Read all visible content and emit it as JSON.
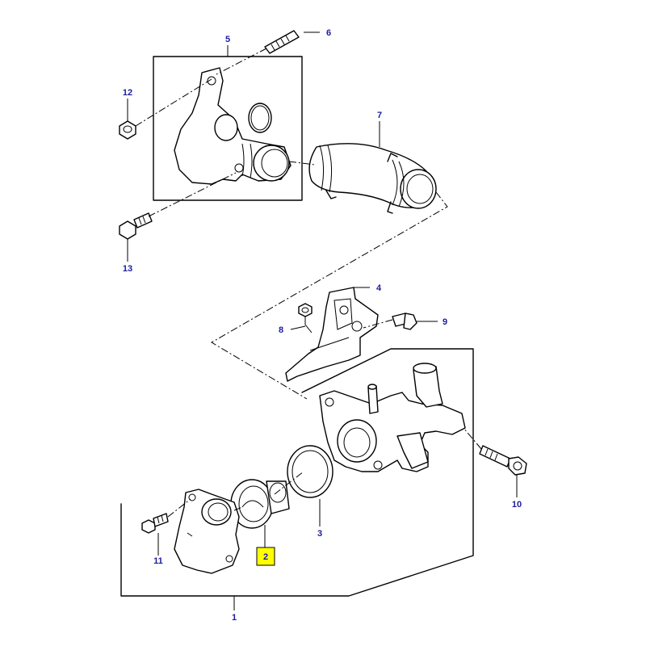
{
  "callouts": [
    {
      "id": "1",
      "label": "1",
      "highlighted": false
    },
    {
      "id": "2",
      "label": "2",
      "highlighted": true
    },
    {
      "id": "3",
      "label": "3",
      "highlighted": false
    },
    {
      "id": "4",
      "label": "4",
      "highlighted": false
    },
    {
      "id": "5",
      "label": "5",
      "highlighted": false
    },
    {
      "id": "6",
      "label": "6",
      "highlighted": false
    },
    {
      "id": "7",
      "label": "7",
      "highlighted": false
    },
    {
      "id": "8",
      "label": "8",
      "highlighted": false
    },
    {
      "id": "9",
      "label": "9",
      "highlighted": false
    },
    {
      "id": "10",
      "label": "10",
      "highlighted": false
    },
    {
      "id": "11",
      "label": "11",
      "highlighted": false
    },
    {
      "id": "12",
      "label": "12",
      "highlighted": false
    },
    {
      "id": "13",
      "label": "13",
      "highlighted": false
    }
  ],
  "colors": {
    "label_text": "#1c1c9e",
    "highlight": "#ffff00",
    "line": "#000000"
  }
}
